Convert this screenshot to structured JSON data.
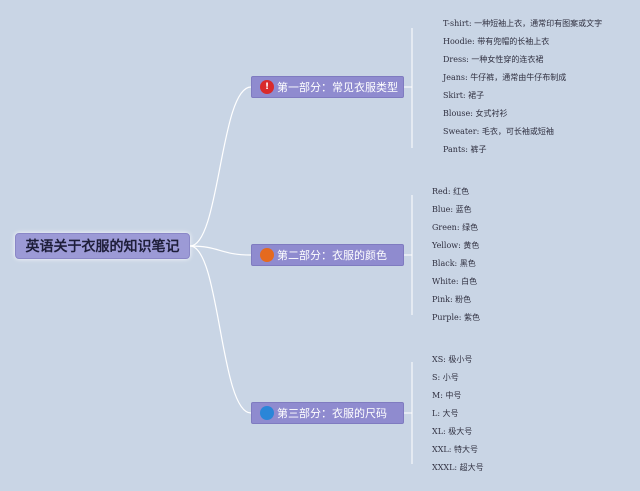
{
  "root": {
    "label": "英语关于衣服的知识笔记"
  },
  "branches": [
    {
      "label": "第一部分：常见衣服类型",
      "badge_color": "#d92b2b",
      "badge_glyph": "!",
      "items": [
        "T-shirt: 一种短袖上衣，通常印有图案或文字",
        "Hoodie: 带有兜帽的长袖上衣",
        "Dress: 一种女性穿的连衣裙",
        "Jeans: 牛仔裤，通常由牛仔布制成",
        "Skirt: 裙子",
        "Blouse: 女式衬衫",
        "Sweater: 毛衣，可长袖或短袖",
        "Pants: 裤子"
      ]
    },
    {
      "label": "第二部分：衣服的颜色",
      "badge_color": "#e56a1f",
      "badge_glyph": "",
      "items": [
        "Red: 红色",
        "Blue: 蓝色",
        "Green: 绿色",
        "Yellow: 黄色",
        "Black: 黑色",
        "White: 白色",
        "Pink: 粉色",
        "Purple: 紫色"
      ]
    },
    {
      "label": "第三部分：衣服的尺码",
      "badge_color": "#2a86d8",
      "badge_glyph": "",
      "items": [
        "XS: 极小号",
        "S: 小号",
        "M: 中号",
        "L: 大号",
        "XL: 极大号",
        "XXL: 特大号",
        "XXXL: 超大号"
      ]
    }
  ],
  "colors": {
    "background": "#c9d5e5",
    "node_fill": "#8f8bcf",
    "root_fill": "#9c9ad6",
    "connector": "#ffffff"
  },
  "icons": {
    "branch_badge": "priority-circle-icon"
  }
}
